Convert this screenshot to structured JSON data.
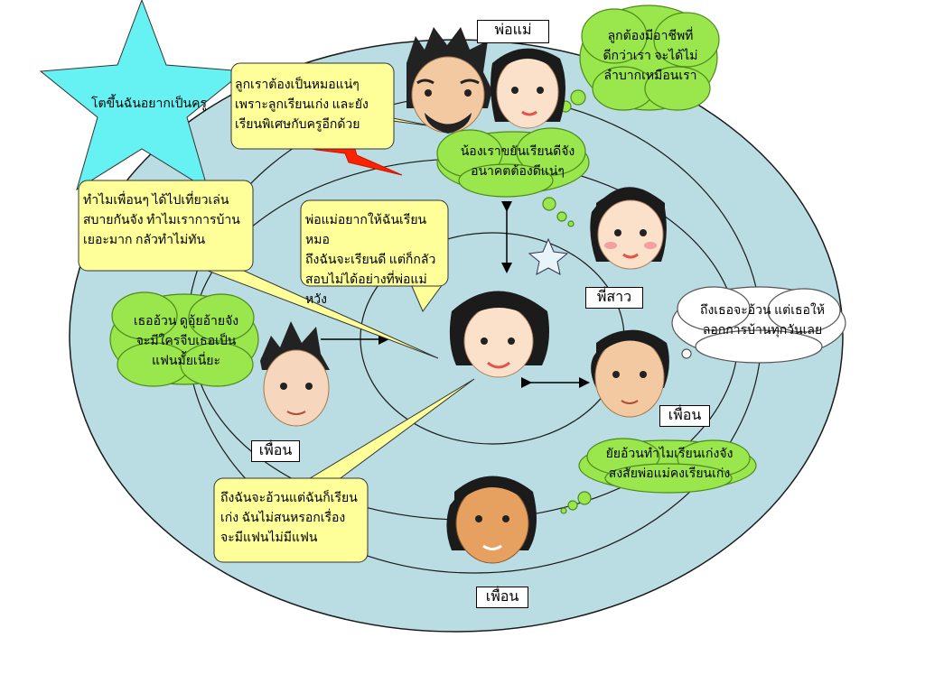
{
  "colors": {
    "ellipse_fill": "#b9dde3",
    "ring_stroke": "#1a1a1a",
    "callout_fill": "#ffff99",
    "callout_stroke": "#333333",
    "cloud_fill": "#99e64d",
    "cloud_stroke": "#4d8a1a",
    "star_fill": "#66f2f2",
    "lightning": "#ff2200",
    "label_bg": "#ffffff"
  },
  "labels": {
    "parents": "พ่อแม่",
    "sister": "พี่สาว",
    "friend_right": "เพื่อน",
    "friend_left": "เพื่อน",
    "friend_bottom": "เพื่อน"
  },
  "star_text": "โตขึ้นฉันอยากเป็นครู",
  "callouts": {
    "parents": "ลูกเราต้องเป็นหมอแน่ๆ\nเพราะลูกเรียนเก่ง และยัง\nเรียนพิเศษกับครูอีกด้วย",
    "why_friends": "ทำไมเพื่อนๆ ได้ไปเที่ยวเล่น\nสบายกันจัง ทำไมเราการบ้าน\nเยอะมาก กลัวทำไม่ทัน",
    "parents_want": "พ่อแม่อยากให้ฉันเรียนหมอ\nถึงฉันจะเรียนดี แต่ก็กลัว\nสอบไม่ได้อย่างที่พ่อแม่หวัง",
    "fat": "ถึงฉันจะอ้วนแต่ฉันก็เรียน\nเก่ง ฉันไม่สนหรอกเรื่อง\nจะมีแฟนไม่มีแฟน"
  },
  "clouds": {
    "mother": "ลูกต้องมีอาชีพที่\nดีกว่าเรา จะได้ไม่\nลำบากเหมือนเรา",
    "sister": "น้องเราขยันเรียนดีจัง\nอนาคตต้องดีแน่ๆ",
    "friend_left": "เธออ้วน ดูอุ้ยอ้ายจัง\nจะมีใครจีบเธอเป็น\nแฟนมั้ยเนี่ยะ",
    "friend_right": "ถึงเธอจะอ้วน แต่เธอให้\nลอกการบ้านทุกวันเลย",
    "friend_bottom": "ยัยอ้วนทำไมเรียนเก่งจัง\nสงสัยพ่อแม่คงเรียนเก่ง"
  }
}
